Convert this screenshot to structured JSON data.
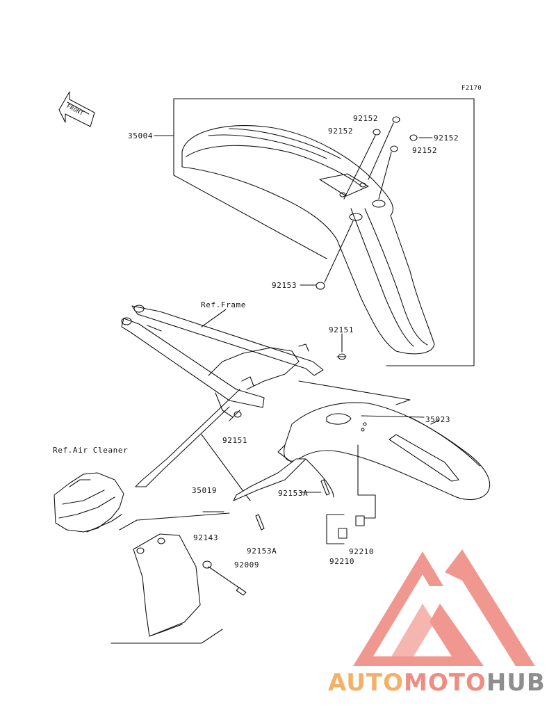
{
  "figure_code": "F2170",
  "front_arrow_text": "FRONT",
  "references": {
    "frame": "Ref.Frame",
    "air_cleaner": "Ref.Air Cleaner"
  },
  "parts": {
    "front_fender": "35004",
    "rear_fender": "35023",
    "flap": "35019",
    "bolt_92152_a": "92152",
    "bolt_92152_b": "92152",
    "bolt_92152_c": "92152",
    "bolt_92152_d": "92152",
    "bolt_92153": "92153",
    "bolt_92151_a": "92151",
    "bolt_92151_b": "92151",
    "bolt_92153a_a": "92153A",
    "bolt_92153a_b": "92153A",
    "nut_92210_a": "92210",
    "nut_92210_b": "92210",
    "mudguard_92143": "92143",
    "washer_92009": "92009"
  },
  "watermark": {
    "part1": "AUTO",
    "part2": "MOTO",
    "part3": "HUB",
    "colors": {
      "orange": "#f4b067",
      "pink": "#ef8d83",
      "gray": "#8e8e8e"
    }
  }
}
